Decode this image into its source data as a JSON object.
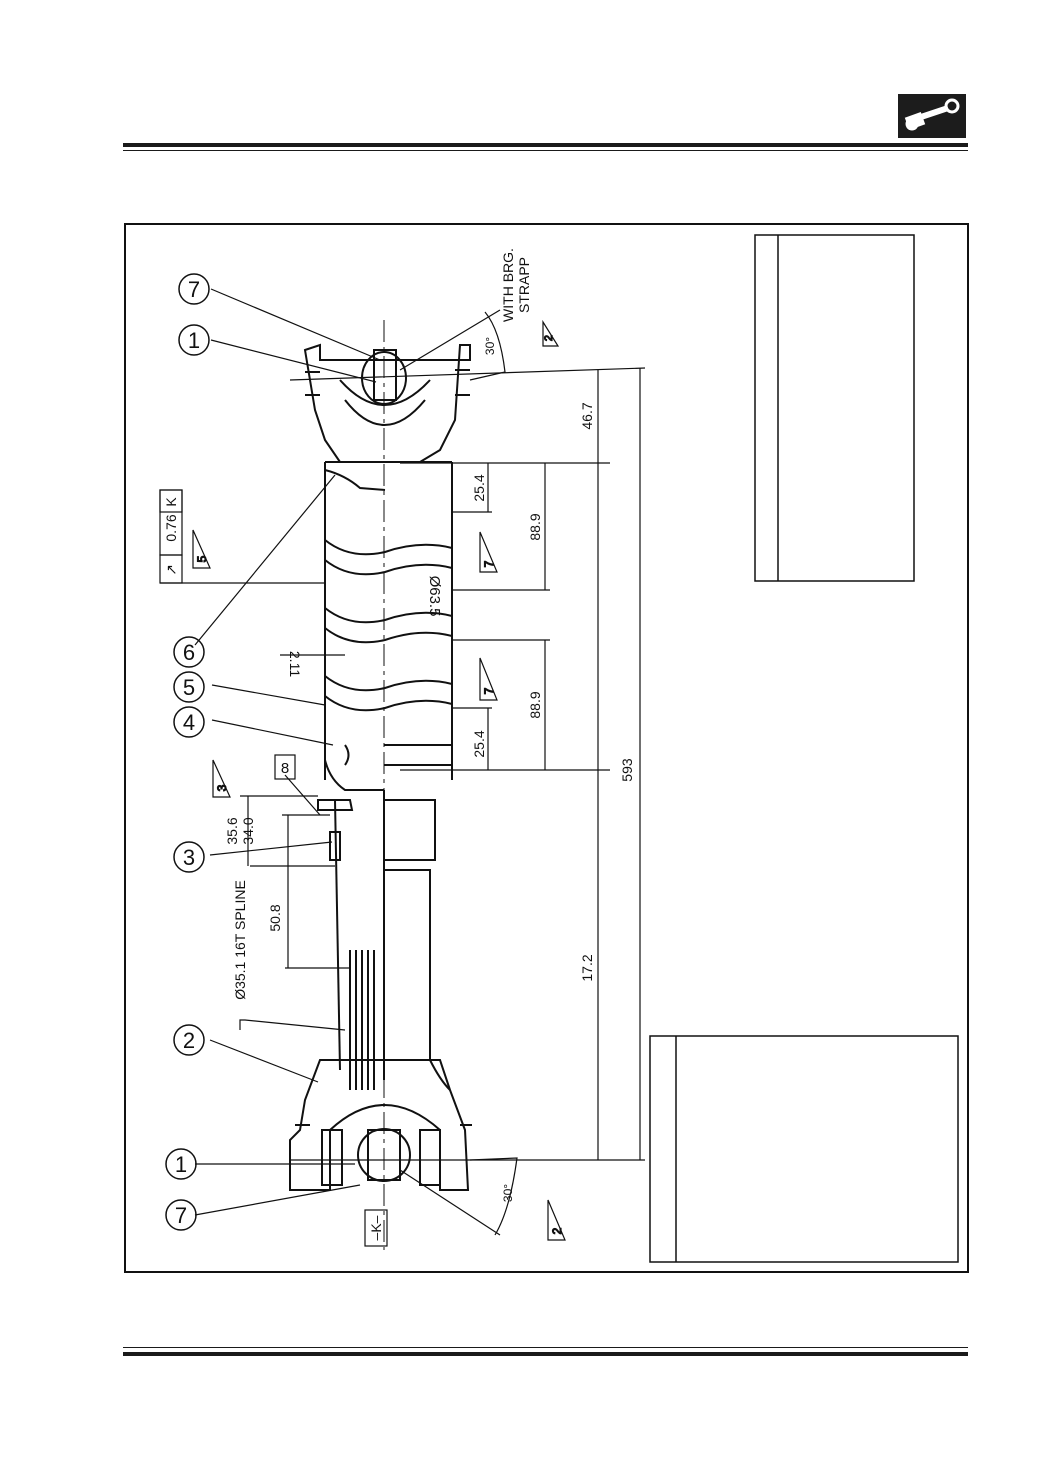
{
  "callouts": [
    "1",
    "2",
    "3",
    "4",
    "5",
    "6",
    "7",
    "8"
  ],
  "dimensions": {
    "overall": "593",
    "left_section": "17.2",
    "right_section": "46.7",
    "balance_a": "25.4",
    "balance_b": "88.9",
    "spline_len": "50.8",
    "boot_a": "35.6",
    "boot_b": "34.0",
    "tube_dia": "Ø63.5",
    "wall": "2.11",
    "runout": "0.76",
    "angle": "30°"
  },
  "labels": {
    "spline": "Ø35.1 16T SPLINE",
    "strap_line1": "WITH BRG.",
    "strap_line2": "STRAPP",
    "datum": "K",
    "datum_tag": "–K–",
    "runout_symbol": "↗"
  },
  "flags": {
    "two": "2",
    "three": "3",
    "five": "5",
    "seven": "7"
  },
  "colors": {
    "ink": "#111111",
    "header_box": "#1c1c1c"
  },
  "icons": {
    "header": "drive-shaft-icon"
  }
}
